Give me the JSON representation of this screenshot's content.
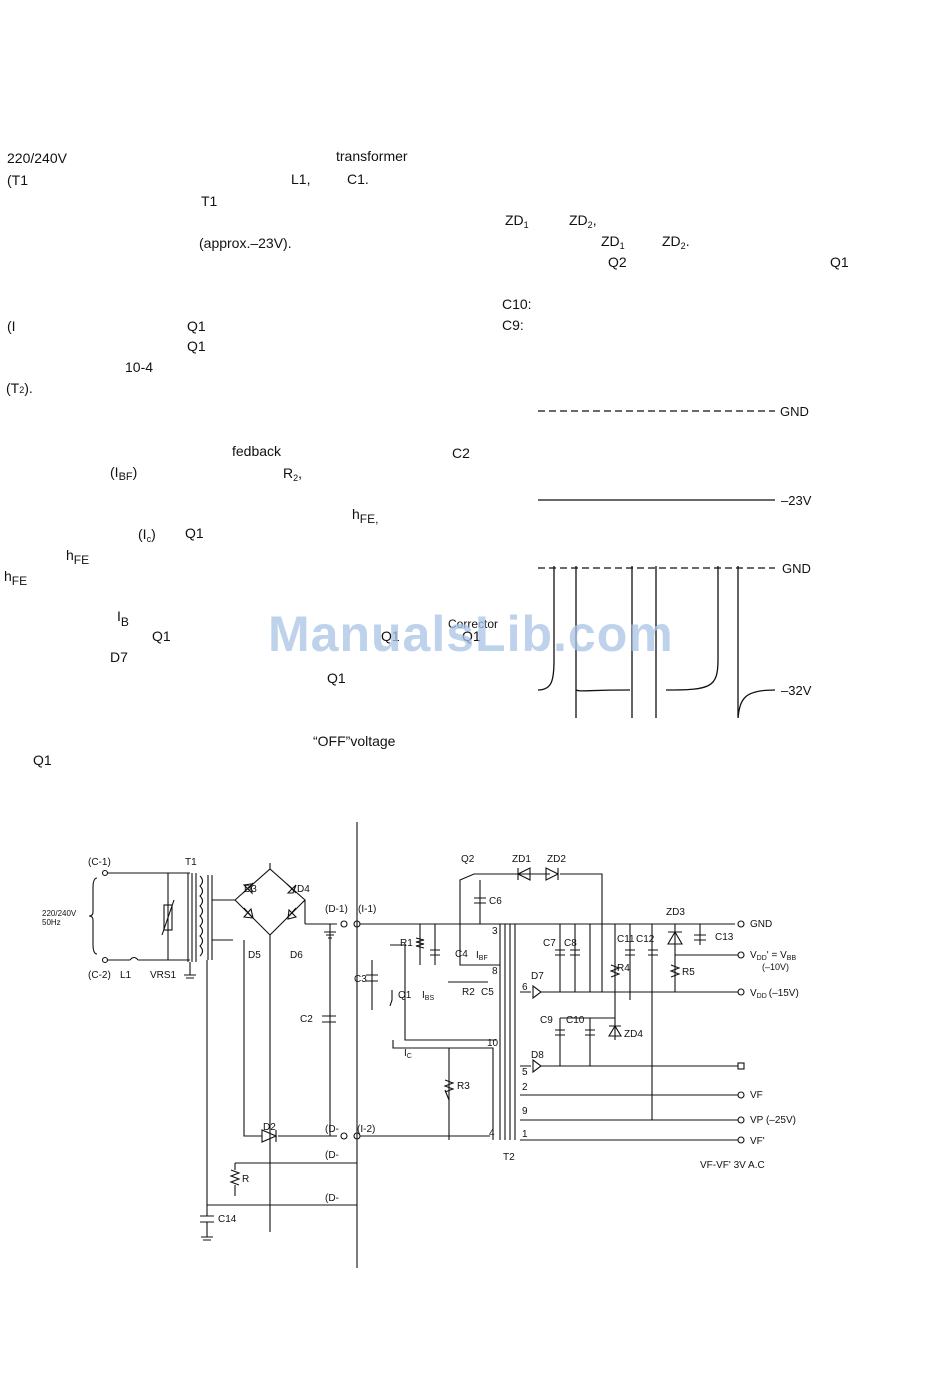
{
  "text_fragments": {
    "mains": "220/240V",
    "transformer": "transformer",
    "t1_paren": "(T1",
    "l1": "L1,",
    "c1": "C1.",
    "t1": "T1",
    "approx": "(approx.–23V).",
    "i_paren": "(I",
    "q1_a": "Q1",
    "q1_b": "Q1",
    "ref_10_4": "10-4",
    "t2": "(T",
    "t2_sub": "2",
    "t2_end": ").",
    "fedback": "fedback",
    "c2": "C2",
    "ibf": "(I",
    "ibf_sub": "BF",
    "ibf_end": ")",
    "r2": "R",
    "r2_sub": "2",
    "r2_end": ",",
    "hfe_a": "h",
    "hfe_a_sub": "FE,",
    "ic": "(I",
    "ic_sub": "c",
    "ic_end": ")",
    "q1_c": "Q1",
    "hfe_b": "h",
    "hfe_b_sub": "FE",
    "hfe_c": "h",
    "hfe_c_sub": "FE",
    "ib": "I",
    "ib_sub": "B",
    "corrector": "Corrector",
    "q1_d": "Q1",
    "q1_e": "Q1",
    "q1_f": "Q1",
    "d7": "D7",
    "q1_g": "Q1",
    "off_voltage": "“OFF”voltage",
    "q1_h": "Q1",
    "zd1": "ZD",
    "zd1_sub": "1",
    "zd2": "ZD",
    "zd2_sub": "2",
    "zd2_end": ",",
    "zd1b": "ZD",
    "zd1b_sub": "1",
    "zd2b": "ZD",
    "zd2b_sub": "2",
    "zd2b_end": ".",
    "q2": "Q2",
    "q1_right": "Q1",
    "c10": "C10:",
    "c9": "C9:"
  },
  "watermark": "ManualsLib.com",
  "waveform_labels": {
    "gnd_top": "GND",
    "v23": "–23V",
    "gnd_bottom": "GND",
    "v32": "–32V"
  },
  "schematic_labels": {
    "c_1": "(C-1)",
    "c_2": "(C-2)",
    "l1": "L1",
    "t1": "T1",
    "vrs1": "VRS1",
    "input": "220/240V",
    "input_hz": "50Hz",
    "d3": "D3",
    "d4": "D4",
    "d5": "D5",
    "d6": "D6",
    "d_1": "(D-1)",
    "i_1": "(I-1)",
    "c2": "C2",
    "c3": "C3",
    "r1": "R1",
    "c4": "C4",
    "ibf": "I",
    "ibf_sub": "BF",
    "q1": "Q1",
    "ibs": "I",
    "ibs_sub": "BS",
    "r2": "R2",
    "c5": "C5",
    "ic": "I",
    "ic_sub": "C",
    "r3": "R3",
    "q2": "Q2",
    "zd1": "ZD1",
    "zd2": "ZD2",
    "c6": "C6",
    "c7": "C7",
    "c8": "C8",
    "c11": "C11",
    "c12": "C12",
    "r4": "R4",
    "zd3": "ZD3",
    "c13": "C13",
    "r5": "R5",
    "d7": "D7",
    "c9": "C9",
    "c10": "C10",
    "zd4": "ZD4",
    "d8": "D8",
    "gnd": "GND",
    "vdd_prime": "V",
    "vdd_prime_sub": "DD",
    "vdd_prime_eq": "' = V",
    "vbb_sub": "BB",
    "vdd_prime_val": "(–10V)",
    "vdd": "V",
    "vdd_sub": "DD",
    "vdd_val": "(–15V)",
    "vf": "VF",
    "vp": "VP (–25V)",
    "vf_prime": "VF'",
    "vf_vf": "VF-VF' 3V A.C",
    "pin3": "3",
    "pin8": "8",
    "pin6": "6",
    "pin10": "10",
    "pin5": "5",
    "pin2": "2",
    "pin9": "9",
    "pin1": "1",
    "pin4": "4",
    "t2": "T2",
    "d2": "D2",
    "d_2": "(D-",
    "i_2": "(I-2)",
    "d_3": "(D-",
    "r": "R",
    "d_4": "(D-",
    "c14": "C14"
  }
}
